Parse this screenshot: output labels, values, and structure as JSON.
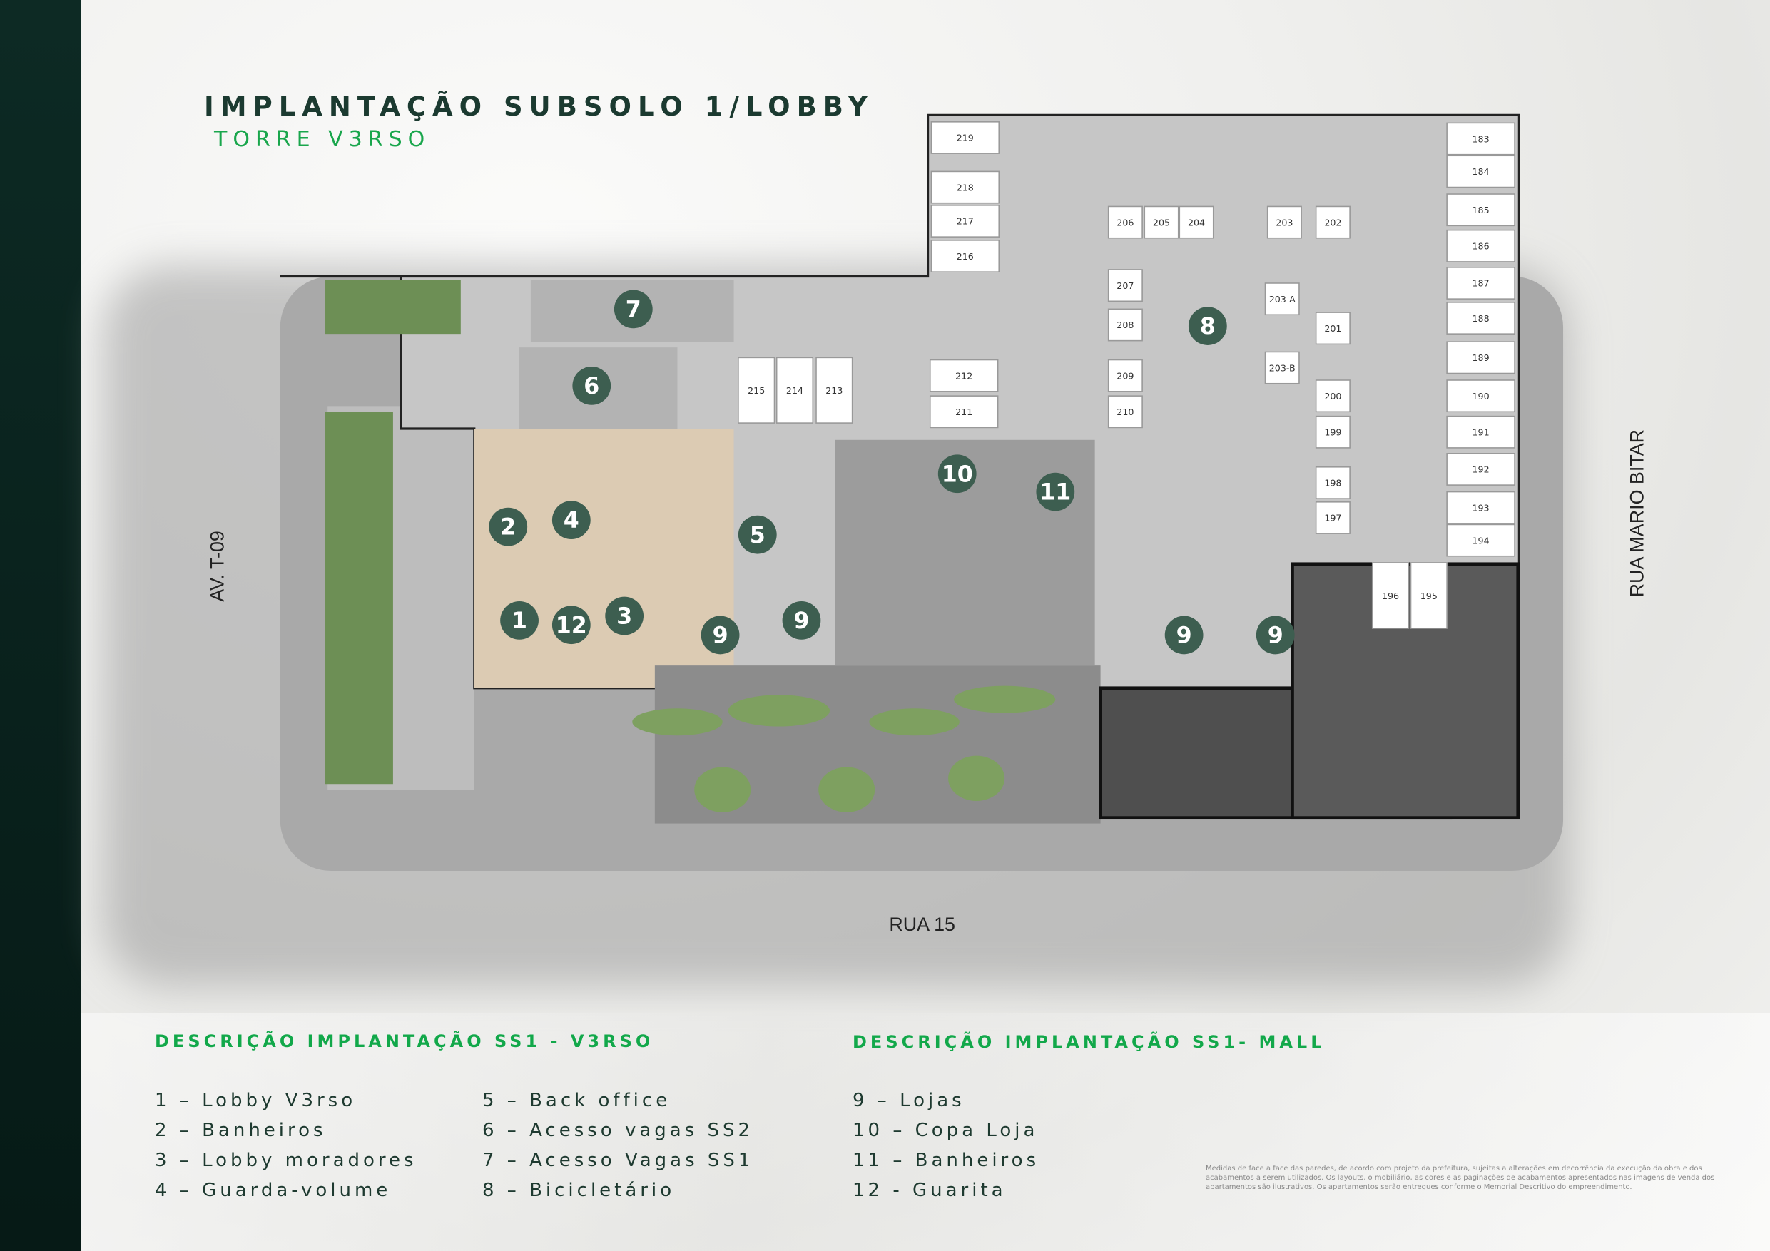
{
  "header": {
    "title": "IMPLANTAÇÃO SUBSOLO 1/LOBBY",
    "subtitle": "TORRE V3RSO"
  },
  "streets": {
    "left": "AV. T-09",
    "right": "RUA MARIO BITAR",
    "bottom": "RUA 15"
  },
  "parking_spots": [
    "219",
    "218",
    "217",
    "216",
    "206",
    "205",
    "204",
    "203",
    "202",
    "207",
    "208",
    "209",
    "210",
    "203-A",
    "203-B",
    "201",
    "200",
    "199",
    "198",
    "197",
    "196",
    "195",
    "183",
    "184",
    "185",
    "186",
    "187",
    "188",
    "189",
    "190",
    "191",
    "192",
    "193",
    "194",
    "212",
    "211",
    "215",
    "214",
    "213"
  ],
  "area_markers": [
    "7",
    "6",
    "8",
    "2",
    "4",
    "5",
    "1",
    "12",
    "3",
    "9",
    "9",
    "9",
    "9",
    "10",
    "11"
  ],
  "legend": {
    "v3rso_heading": "DESCRIÇÃO IMPLANTAÇÃO SS1 - V3RSO",
    "mall_heading": "DESCRIÇÃO IMPLANTAÇÃO SS1- MALL",
    "col1": [
      "1 – Lobby V3rso",
      "2 – Banheiros",
      "3 – Lobby moradores",
      "4 – Guarda-volume"
    ],
    "col2": [
      "5 – Back office",
      "6 – Acesso vagas SS2",
      "7 – Acesso Vagas SS1",
      "8 – Bicicletário"
    ],
    "col3": [
      "9 – Lojas",
      "10 – Copa Loja",
      "11 – Banheiros",
      "12 - Guarita"
    ]
  },
  "disclaimer": "Medidas de face a face das paredes, de acordo com projeto da prefeitura, sujeitas a alterações em decorrência da execução da obra e dos acabamentos a serem utilizados. Os layouts, o mobiliário, as cores e as paginações de acabamentos apresentados nas imagens de venda dos apartamentos são ilustrativos. Os apartamentos serão entregues conforme o Memorial Descritivo do empreendimento.",
  "colors": {
    "accent": "#12a84a",
    "marker": "#3d5e50",
    "sidebar": "#0d2a24"
  }
}
